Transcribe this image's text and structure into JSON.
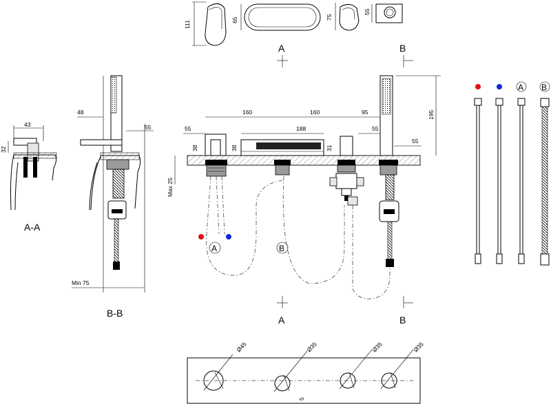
{
  "labels": {
    "section_a": "A",
    "section_b": "B",
    "section_aa": "A-A",
    "section_bb": "B-B",
    "hose_a": "A",
    "hose_b": "B"
  },
  "top_views": {
    "dim_111": "111",
    "dim_65": "65",
    "dim_75": "75",
    "dim_55": "55"
  },
  "section_aa": {
    "dim_43": "43",
    "dim_32": "32"
  },
  "section_bb": {
    "dim_48": "48",
    "dim_55": "55",
    "dim_min75": "Min 75"
  },
  "main_view": {
    "dim_160_left": "160",
    "dim_160_right": "160",
    "dim_95": "95",
    "dim_188": "188",
    "dim_55_left": "55",
    "dim_55_mid": "55",
    "dim_55_right": "55",
    "dim_195": "195",
    "dim_38_left": "38",
    "dim_38_mid": "38",
    "dim_31": "31",
    "dim_max25": "Max 25"
  },
  "hole_plan": {
    "dia_45": "Ø45",
    "dia_35_a": "Ø35",
    "dia_35_b": "Ø35",
    "dia_35_c": "Ø35",
    "dim_5": "5"
  },
  "colors": {
    "hot": "#e0101a",
    "cold": "#1428d8"
  }
}
